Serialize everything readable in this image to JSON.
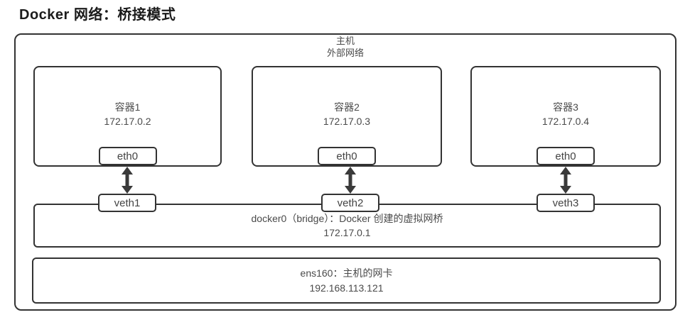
{
  "title": "Docker 网络：桥接模式",
  "host": {
    "name": "主机",
    "network": "外部网络"
  },
  "containers": [
    {
      "name": "容器1",
      "ip": "172.17.0.2",
      "interface": "eth0",
      "veth": "veth1"
    },
    {
      "name": "容器2",
      "ip": "172.17.0.3",
      "interface": "eth0",
      "veth": "veth2"
    },
    {
      "name": "容器3",
      "ip": "172.17.0.4",
      "interface": "eth0",
      "veth": "veth3"
    }
  ],
  "bridge": {
    "label": "docker0（bridge）：Docker 创建的虚拟网桥",
    "ip": "172.17.0.1"
  },
  "nic": {
    "label": "ens160：主机的网卡",
    "ip": "192.168.113.121"
  },
  "colors": {
    "stroke": "#333333",
    "text": "#4a4a4a",
    "title": "#1b1b1b",
    "arrow": "#3a3a3a",
    "background": "#ffffff"
  }
}
